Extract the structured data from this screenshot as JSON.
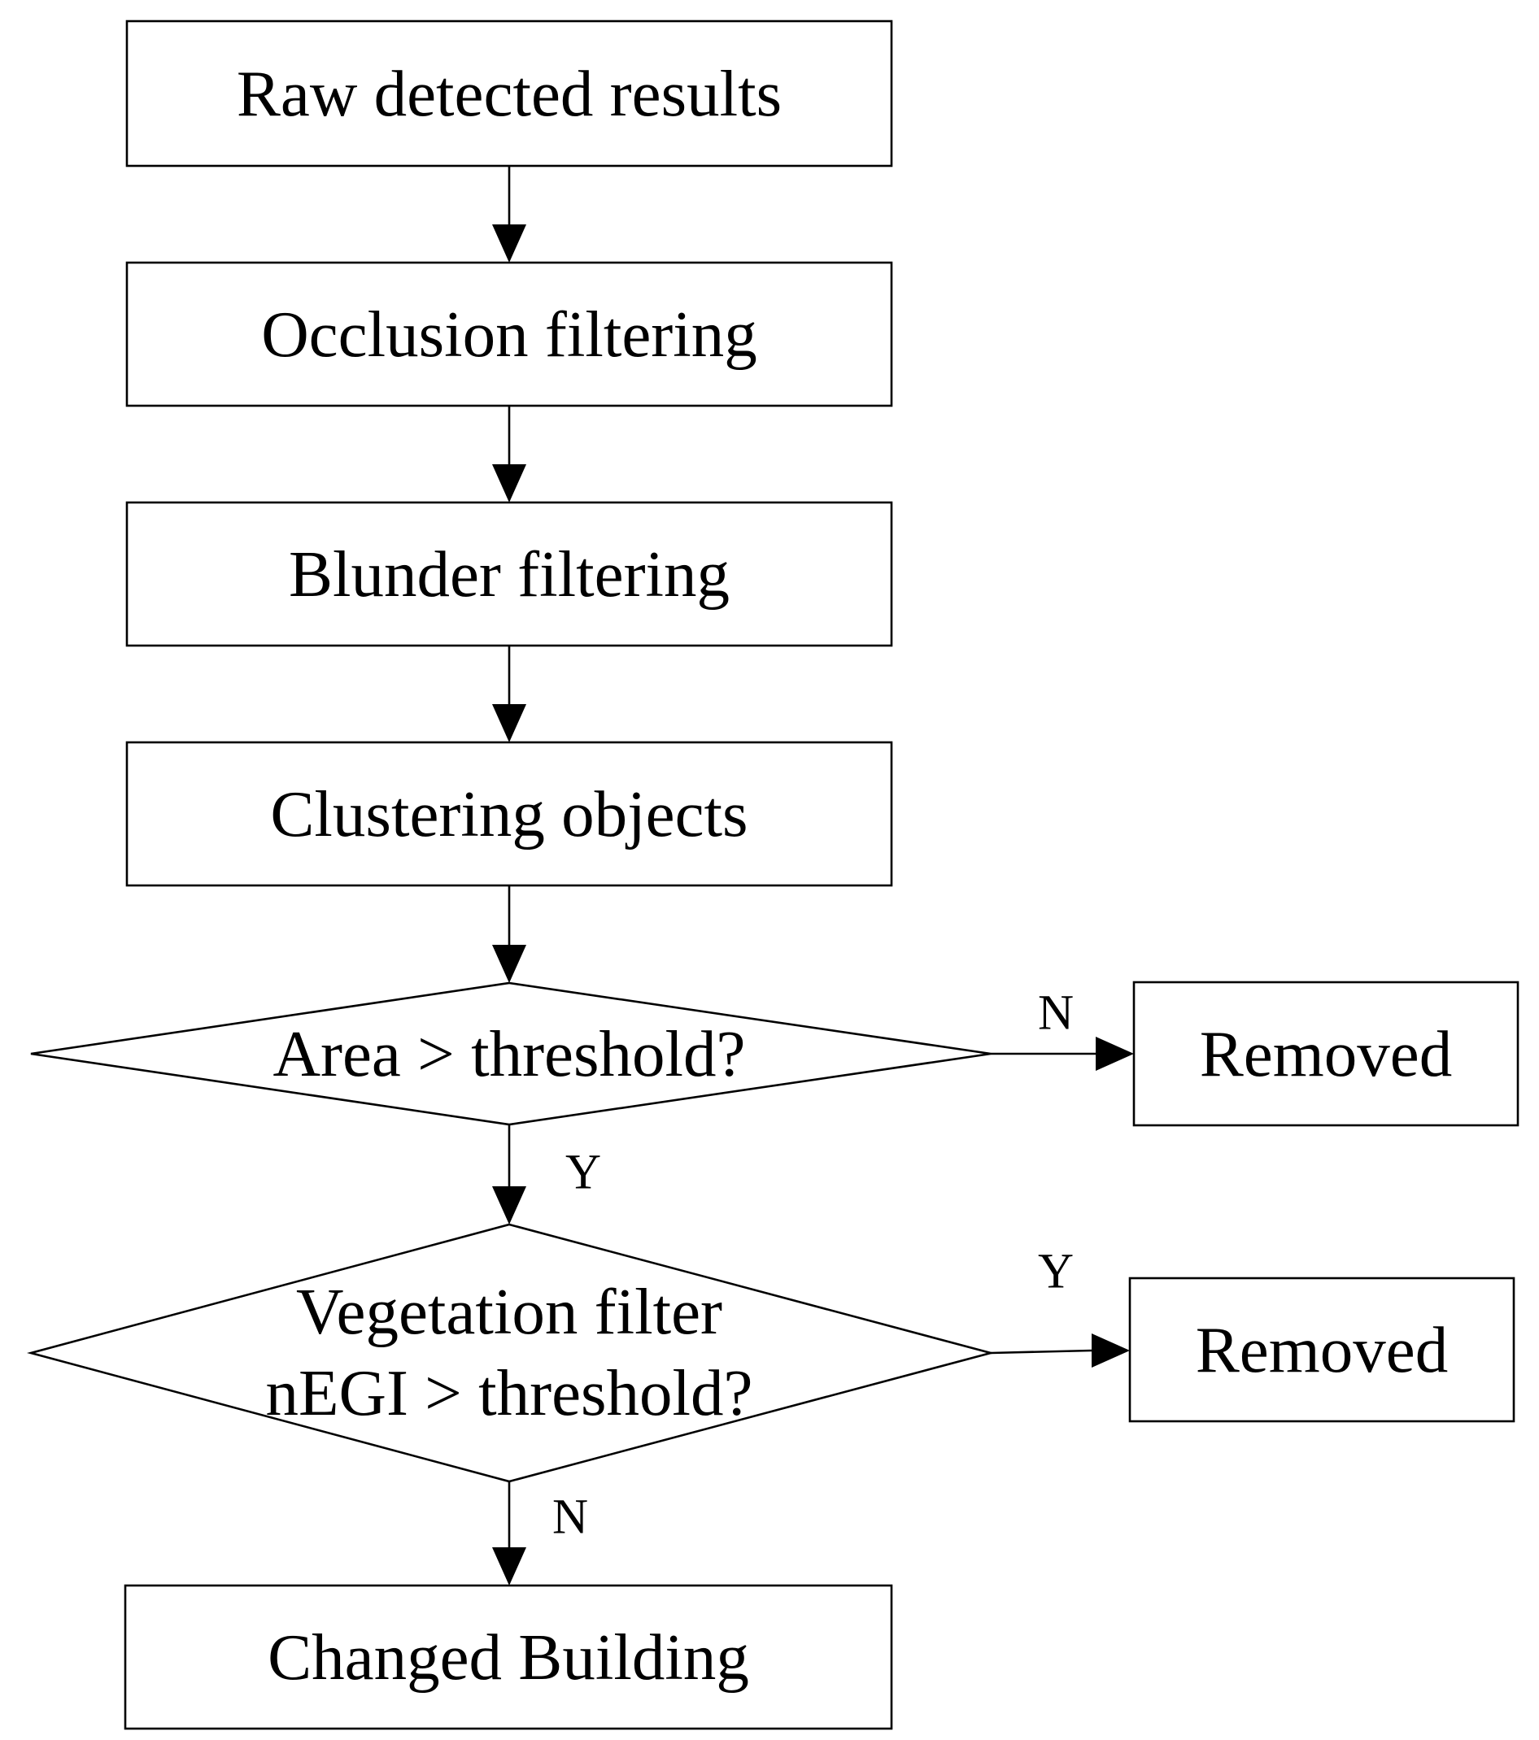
{
  "diagram": {
    "type": "flowchart",
    "nodes": {
      "raw_results": "Raw detected results",
      "occlusion": "Occlusion filtering",
      "blunder": "Blunder filtering",
      "clustering": "Clustering objects",
      "area_check": "Area > threshold?",
      "vegetation_check": {
        "line1": "Vegetation filter",
        "line2": "nEGI > threshold?"
      },
      "removed_1": "Removed",
      "removed_2": "Removed",
      "changed_building": "Changed Building"
    },
    "edges": [
      {
        "from": "raw_results",
        "to": "occlusion",
        "label": ""
      },
      {
        "from": "occlusion",
        "to": "blunder",
        "label": ""
      },
      {
        "from": "blunder",
        "to": "clustering",
        "label": ""
      },
      {
        "from": "clustering",
        "to": "area_check",
        "label": ""
      },
      {
        "from": "area_check",
        "to": "removed_1",
        "label": "N"
      },
      {
        "from": "area_check",
        "to": "vegetation_check",
        "label": "Y"
      },
      {
        "from": "vegetation_check",
        "to": "removed_2",
        "label": "Y"
      },
      {
        "from": "vegetation_check",
        "to": "changed_building",
        "label": "N"
      }
    ],
    "colors": {
      "stroke": "#000000",
      "fill": "#ffffff",
      "text": "#000000"
    }
  }
}
